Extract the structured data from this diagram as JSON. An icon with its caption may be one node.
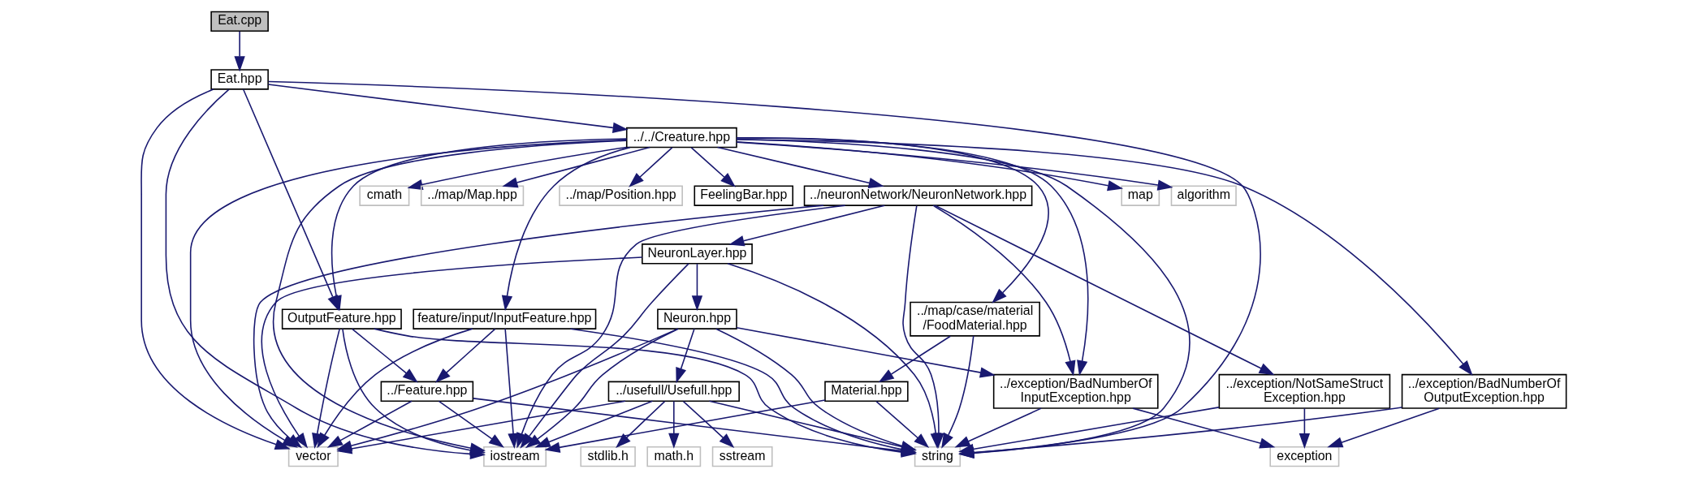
{
  "diagram": {
    "nodes": [
      {
        "text": [
          "Eat.cpp"
        ]
      },
      {
        "text": [
          "Eat.hpp"
        ]
      },
      {
        "text": [
          "../../Creature.hpp"
        ]
      },
      {
        "text": [
          "cmath"
        ]
      },
      {
        "text": [
          "../map/Map.hpp"
        ]
      },
      {
        "text": [
          "../map/Position.hpp"
        ]
      },
      {
        "text": [
          "FeelingBar.hpp"
        ]
      },
      {
        "text": [
          "../neuronNetwork/NeuronNetwork.hpp"
        ]
      },
      {
        "text": [
          "map"
        ]
      },
      {
        "text": [
          "algorithm"
        ]
      },
      {
        "text": [
          "NeuronLayer.hpp"
        ]
      },
      {
        "text": [
          "OutputFeature.hpp"
        ]
      },
      {
        "text": [
          "feature/input/InputFeature.hpp"
        ]
      },
      {
        "text": [
          "Neuron.hpp"
        ]
      },
      {
        "text": [
          "../map/case/material /FoodMaterial.hpp"
        ]
      },
      {
        "text": [
          "../usefull/Usefull.hpp"
        ]
      },
      {
        "text": [
          "../Feature.hpp"
        ]
      },
      {
        "text": [
          "../exception/BadNumberOf InputException.hpp"
        ]
      },
      {
        "text": [
          "Material.hpp"
        ]
      },
      {
        "text": [
          "../exception/NotSameStruct Exception.hpp"
        ]
      },
      {
        "text": [
          "../exception/BadNumberOf OutputException.hpp"
        ]
      },
      {
        "text": [
          "vector"
        ]
      },
      {
        "text": [
          "math.h"
        ]
      },
      {
        "text": [
          "sstream"
        ]
      },
      {
        "text": [
          "stdlib.h"
        ]
      },
      {
        "text": [
          "iostream"
        ]
      },
      {
        "text": [
          "string"
        ]
      },
      {
        "text": [
          "exception"
        ]
      }
    ],
    "edges": [
      {
        "from": 0,
        "to": 1,
        "arrow": "to"
      },
      {
        "from": 1,
        "to": 2,
        "arrow": "to"
      },
      {
        "from": 1,
        "to": 11,
        "arrow": "to"
      },
      {
        "from": 1,
        "to": 21,
        "arrow": "to"
      },
      {
        "from": 1,
        "to": 25,
        "arrow": "to"
      },
      {
        "from": 1,
        "to": 26,
        "arrow": "to"
      },
      {
        "from": 2,
        "to": 3,
        "arrow": "to"
      },
      {
        "from": 2,
        "to": 4,
        "arrow": "to"
      },
      {
        "from": 2,
        "to": 5,
        "arrow": "to"
      },
      {
        "from": 2,
        "to": 6,
        "arrow": "to"
      },
      {
        "from": 2,
        "to": 7,
        "arrow": "to"
      },
      {
        "from": 2,
        "to": 8,
        "arrow": "to"
      },
      {
        "from": 2,
        "to": 9,
        "arrow": "to"
      },
      {
        "from": 2,
        "to": 21,
        "arrow": "to"
      },
      {
        "from": 2,
        "to": 25,
        "arrow": "to"
      },
      {
        "from": 2,
        "to": 11,
        "arrow": "to"
      },
      {
        "from": 2,
        "to": 12,
        "arrow": "to"
      },
      {
        "from": 2,
        "to": 14,
        "arrow": "to"
      },
      {
        "from": 2,
        "to": 17,
        "arrow": "to"
      },
      {
        "from": 2,
        "to": 26,
        "arrow": "to"
      },
      {
        "from": 2,
        "to": 20,
        "arrow": "to"
      },
      {
        "from": 7,
        "to": 10,
        "arrow": "to"
      },
      {
        "from": 7,
        "to": 21,
        "arrow": "to"
      },
      {
        "from": 7,
        "to": 25,
        "arrow": "to"
      },
      {
        "from": 7,
        "to": 26,
        "arrow": "to"
      },
      {
        "from": 7,
        "to": 17,
        "arrow": "to"
      },
      {
        "from": 7,
        "to": 19,
        "arrow": "to"
      },
      {
        "from": 10,
        "to": 13,
        "arrow": "to"
      },
      {
        "from": 10,
        "to": 21,
        "arrow": "to"
      },
      {
        "from": 10,
        "to": 25,
        "arrow": "to"
      },
      {
        "from": 10,
        "to": 26,
        "arrow": "to"
      },
      {
        "from": 11,
        "to": 21,
        "arrow": "to"
      },
      {
        "from": 11,
        "to": 16,
        "arrow": "to"
      },
      {
        "from": 11,
        "to": 25,
        "arrow": "to"
      },
      {
        "from": 11,
        "to": 26,
        "arrow": "to"
      },
      {
        "from": 12,
        "to": 21,
        "arrow": "to"
      },
      {
        "from": 12,
        "to": 16,
        "arrow": "to"
      },
      {
        "from": 12,
        "to": 25,
        "arrow": "to"
      },
      {
        "from": 12,
        "to": 26,
        "arrow": "to"
      },
      {
        "from": 13,
        "to": 21,
        "arrow": "to"
      },
      {
        "from": 13,
        "to": 15,
        "arrow": "to"
      },
      {
        "from": 13,
        "to": 25,
        "arrow": "to"
      },
      {
        "from": 13,
        "to": 26,
        "arrow": "to"
      },
      {
        "from": 13,
        "to": 17,
        "arrow": "to"
      },
      {
        "from": 14,
        "to": 18,
        "arrow": "to"
      },
      {
        "from": 14,
        "to": 26,
        "arrow": "to"
      },
      {
        "from": 15,
        "to": 21,
        "arrow": "to"
      },
      {
        "from": 15,
        "to": 22,
        "arrow": "to"
      },
      {
        "from": 15,
        "to": 23,
        "arrow": "to"
      },
      {
        "from": 15,
        "to": 24,
        "arrow": "to"
      },
      {
        "from": 15,
        "to": 25,
        "arrow": "to"
      },
      {
        "from": 15,
        "to": 26,
        "arrow": "to"
      },
      {
        "from": 16,
        "to": 21,
        "arrow": "to"
      },
      {
        "from": 16,
        "to": 25,
        "arrow": "to"
      },
      {
        "from": 16,
        "to": 26,
        "arrow": "to"
      },
      {
        "from": 17,
        "to": 26,
        "arrow": "to"
      },
      {
        "from": 17,
        "to": 27,
        "arrow": "to"
      },
      {
        "from": 18,
        "to": 25,
        "arrow": "to"
      },
      {
        "from": 18,
        "to": 26,
        "arrow": "to"
      },
      {
        "from": 19,
        "to": 26,
        "arrow": "to"
      },
      {
        "from": 19,
        "to": 27,
        "arrow": "to"
      },
      {
        "from": 20,
        "to": 26,
        "arrow": "to"
      },
      {
        "from": 20,
        "to": 27,
        "arrow": "to"
      }
    ]
  }
}
